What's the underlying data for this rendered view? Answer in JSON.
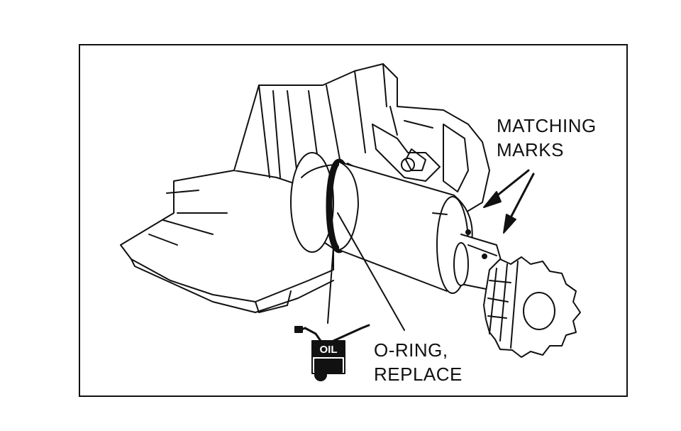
{
  "labels": {
    "matching_marks_line1": "MATCHING",
    "matching_marks_line2": "MARKS",
    "oring_line1": "O-RING,",
    "oring_line2": "REPLACE",
    "oil_icon": "OIL"
  },
  "colors": {
    "ink": "#111111",
    "paper": "#ffffff"
  },
  "icons": [
    "oil-can-icon"
  ]
}
